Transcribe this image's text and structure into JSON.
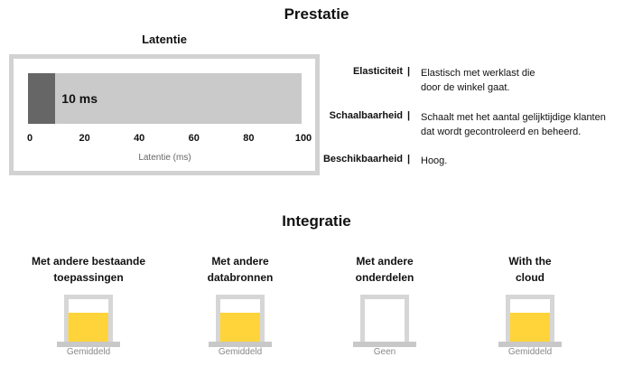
{
  "prestatie": {
    "title": "Prestatie",
    "latency": {
      "title": "Latentie",
      "value_label": "10 ms",
      "xlabel": "Latentie (ms)"
    },
    "properties": [
      {
        "label": "Elasticiteit",
        "separator": "|",
        "description_lines": [
          "Elastisch met werklast die",
          "door de winkel gaat."
        ]
      },
      {
        "label": "Schaalbaarheid",
        "separator": "|",
        "description_lines": [
          "Schaalt met het aantal gelijktijdige klanten",
          "dat wordt gecontroleerd en beheerd."
        ]
      },
      {
        "label": "Beschikbaarheid",
        "separator": "|",
        "description_lines": [
          "Hoog."
        ]
      }
    ]
  },
  "chart_data": {
    "type": "bar",
    "orientation": "horizontal",
    "title": "Latentie",
    "xlabel": "Latentie (ms)",
    "values": [
      10
    ],
    "xlim": [
      0,
      100
    ],
    "xticks": [
      "0",
      "20",
      "40",
      "60",
      "80",
      "100"
    ],
    "data_labels": [
      "10 ms"
    ],
    "colors": {
      "fill": "#666666",
      "track": "#cacaca"
    }
  },
  "integratie": {
    "title": "Integratie",
    "items": [
      {
        "label_lines": [
          "Met andere bestaande",
          "toepassingen"
        ],
        "level": "Gemiddeld",
        "fill_fraction": 0.6
      },
      {
        "label_lines": [
          "Met andere",
          "databronnen"
        ],
        "level": "Gemiddeld",
        "fill_fraction": 0.6
      },
      {
        "label_lines": [
          "Met andere",
          "onderdelen"
        ],
        "level": "Geen",
        "fill_fraction": 0
      },
      {
        "label_lines": [
          "With the",
          "cloud"
        ],
        "level": "Gemiddeld",
        "fill_fraction": 0.6
      }
    ],
    "fill_color": "#ffd43a"
  }
}
